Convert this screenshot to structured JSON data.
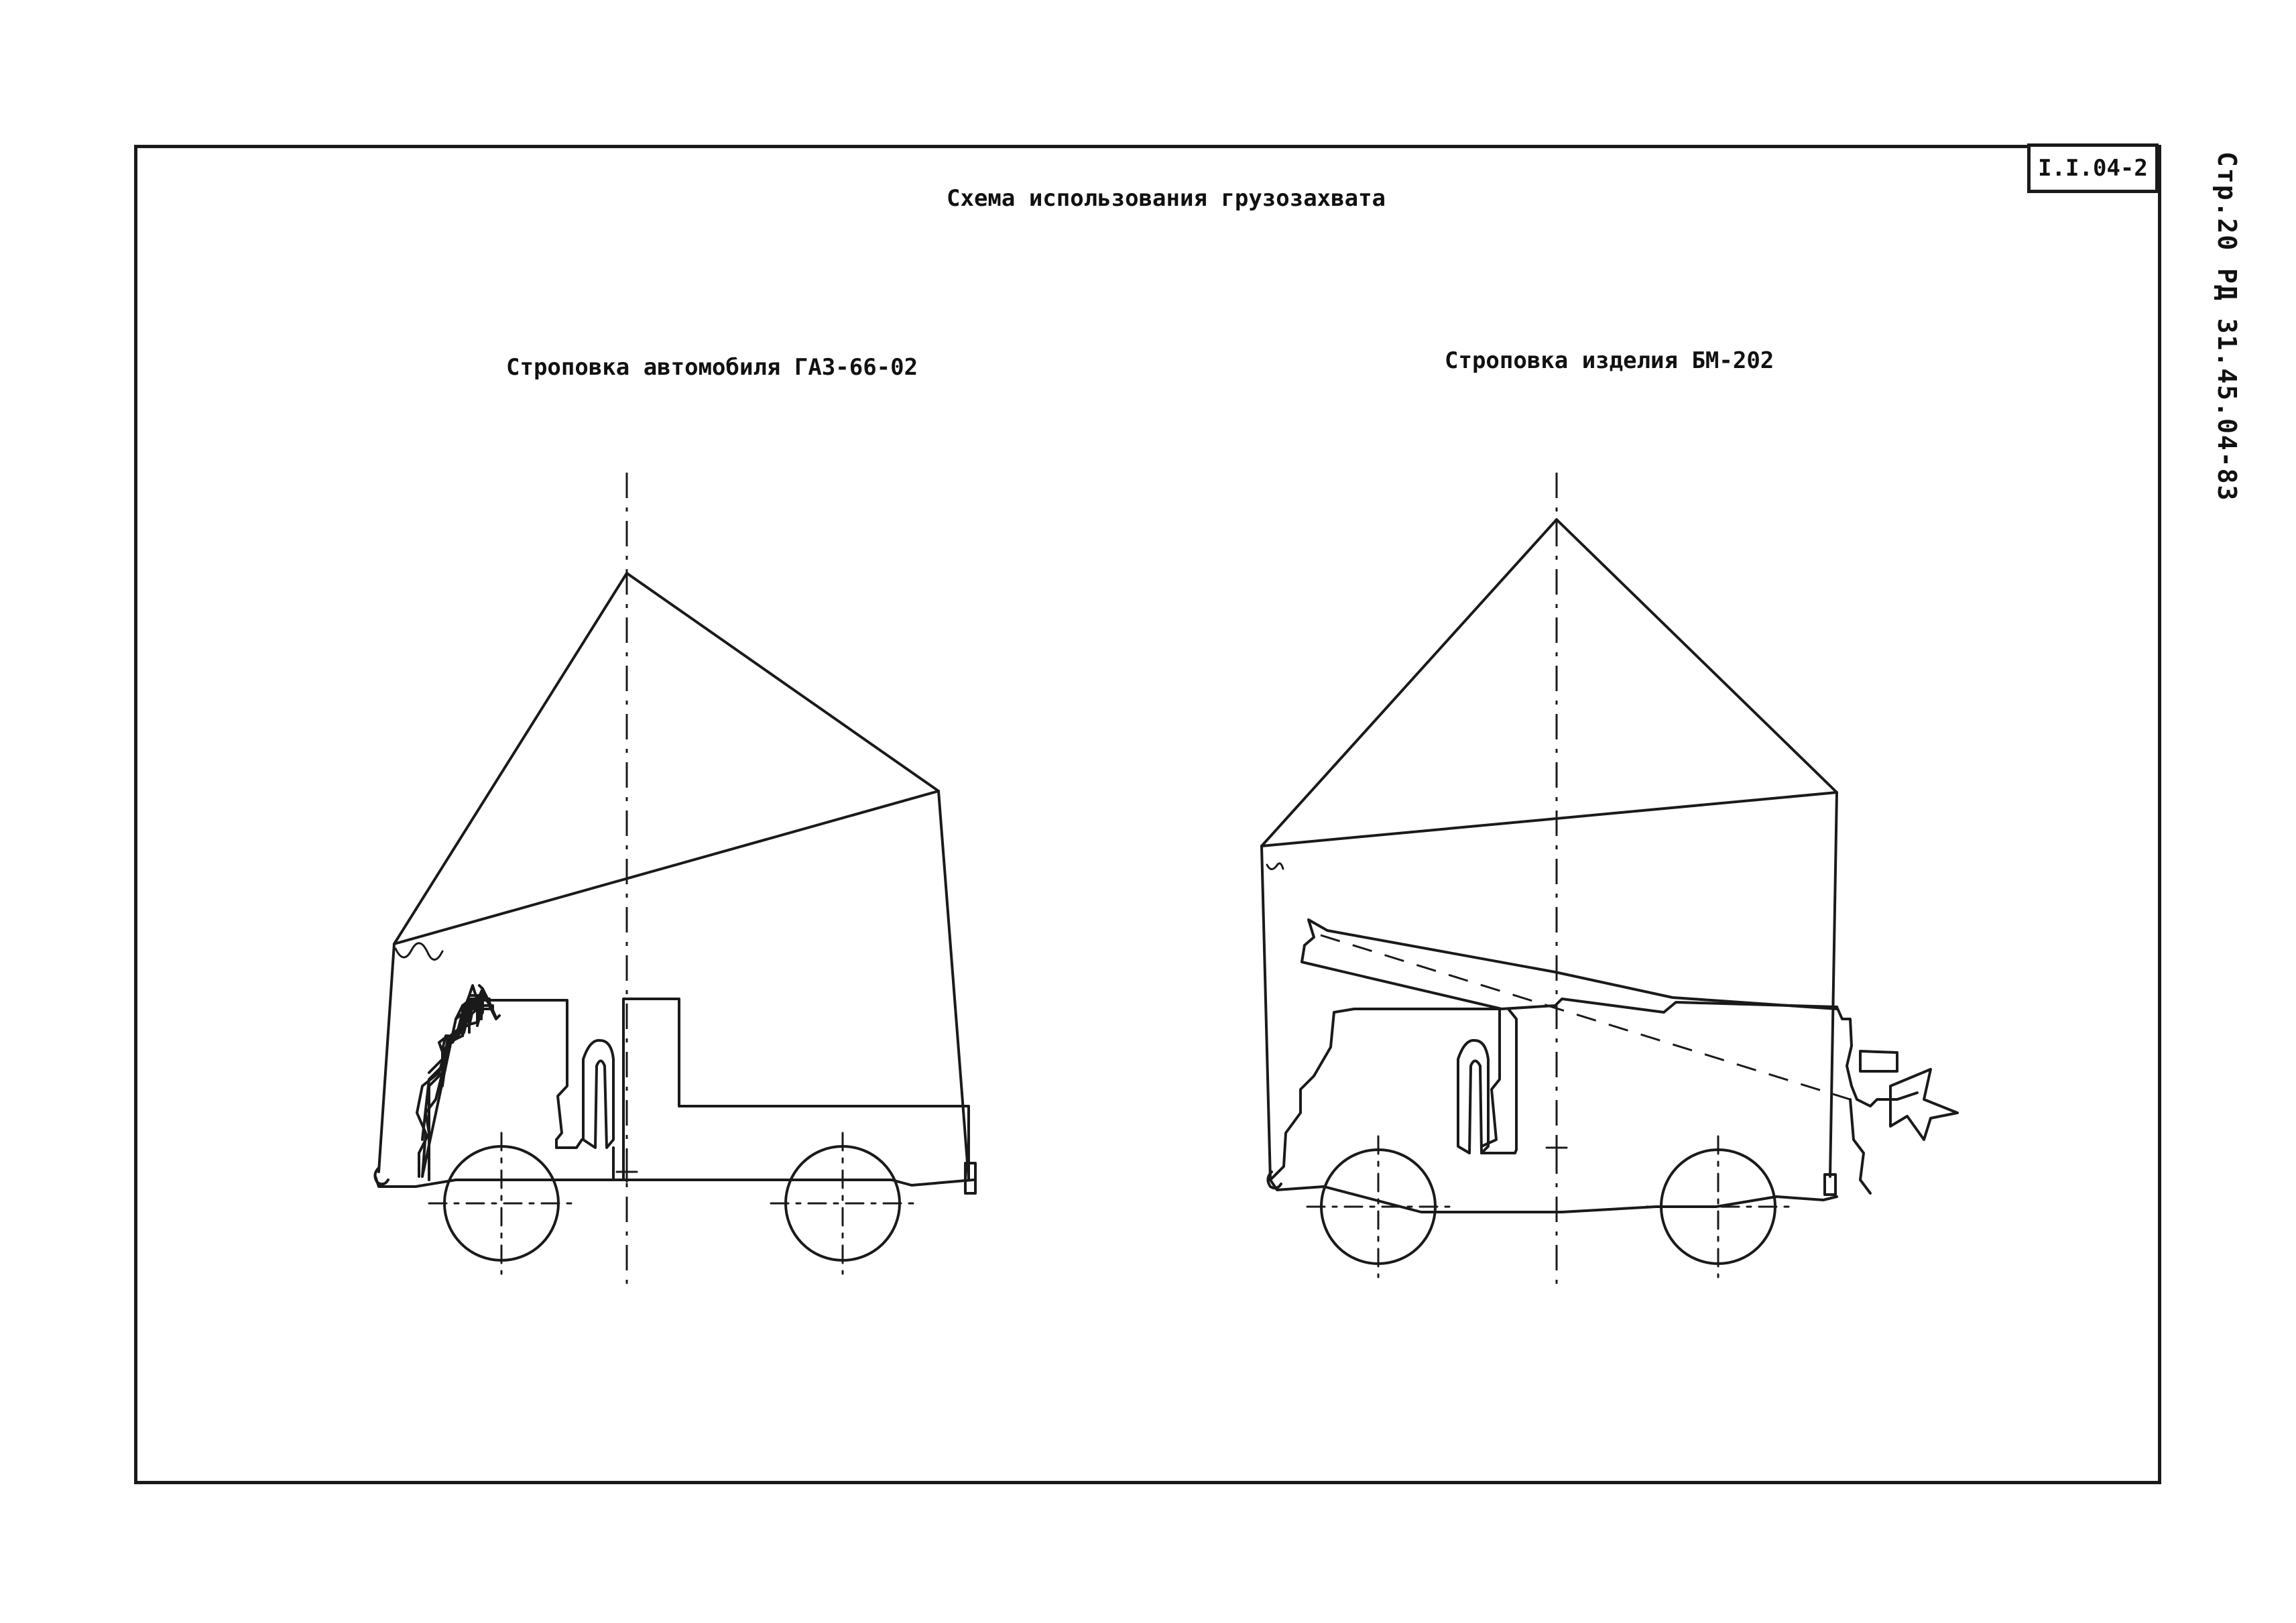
{
  "sheet": {
    "title": "Схема использования грузозахвата",
    "stamp_code": "I.I.04-2",
    "side_code": "Стр.20 РД 31.45.04-83"
  },
  "panels": [
    {
      "id": "truck",
      "caption": "Строповка автомобиля ГАЗ-66-02"
    },
    {
      "id": "bm202",
      "caption": "Строповка изделия БМ-202"
    }
  ]
}
